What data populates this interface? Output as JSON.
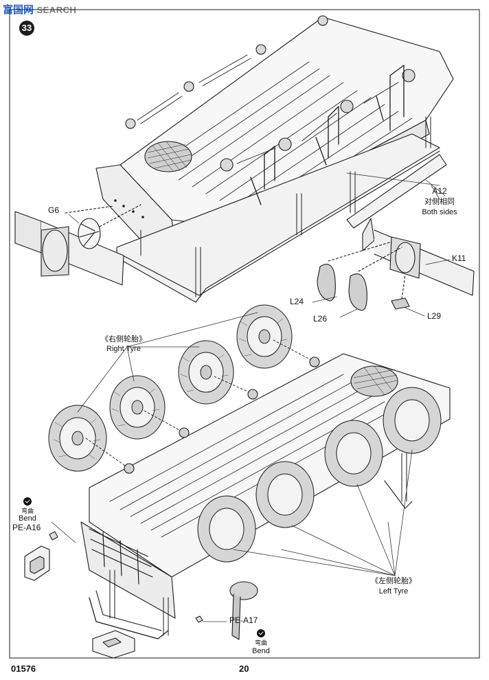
{
  "watermark": {
    "part1": "富国网",
    "part2": "SEARCH"
  },
  "step_number": "33",
  "parts": {
    "g6": "G6",
    "a12": "A12",
    "a12_cn": "对侧相同",
    "a12_en": "Both sides",
    "k11": "K11",
    "l24": "L24",
    "l26": "L26",
    "l29": "L29",
    "right_tyre_cn": "《右侧轮胎》",
    "right_tyre_en": "Right Tyre",
    "left_tyre_cn": "《左侧轮胎》",
    "left_tyre_en": "Left Tyre",
    "pe_a16": "PE-A16",
    "pe_a17": "PE-A17",
    "bend_cn": "弯曲",
    "bend_en": "Bend"
  },
  "footer": {
    "code": "01576",
    "page": "20"
  }
}
